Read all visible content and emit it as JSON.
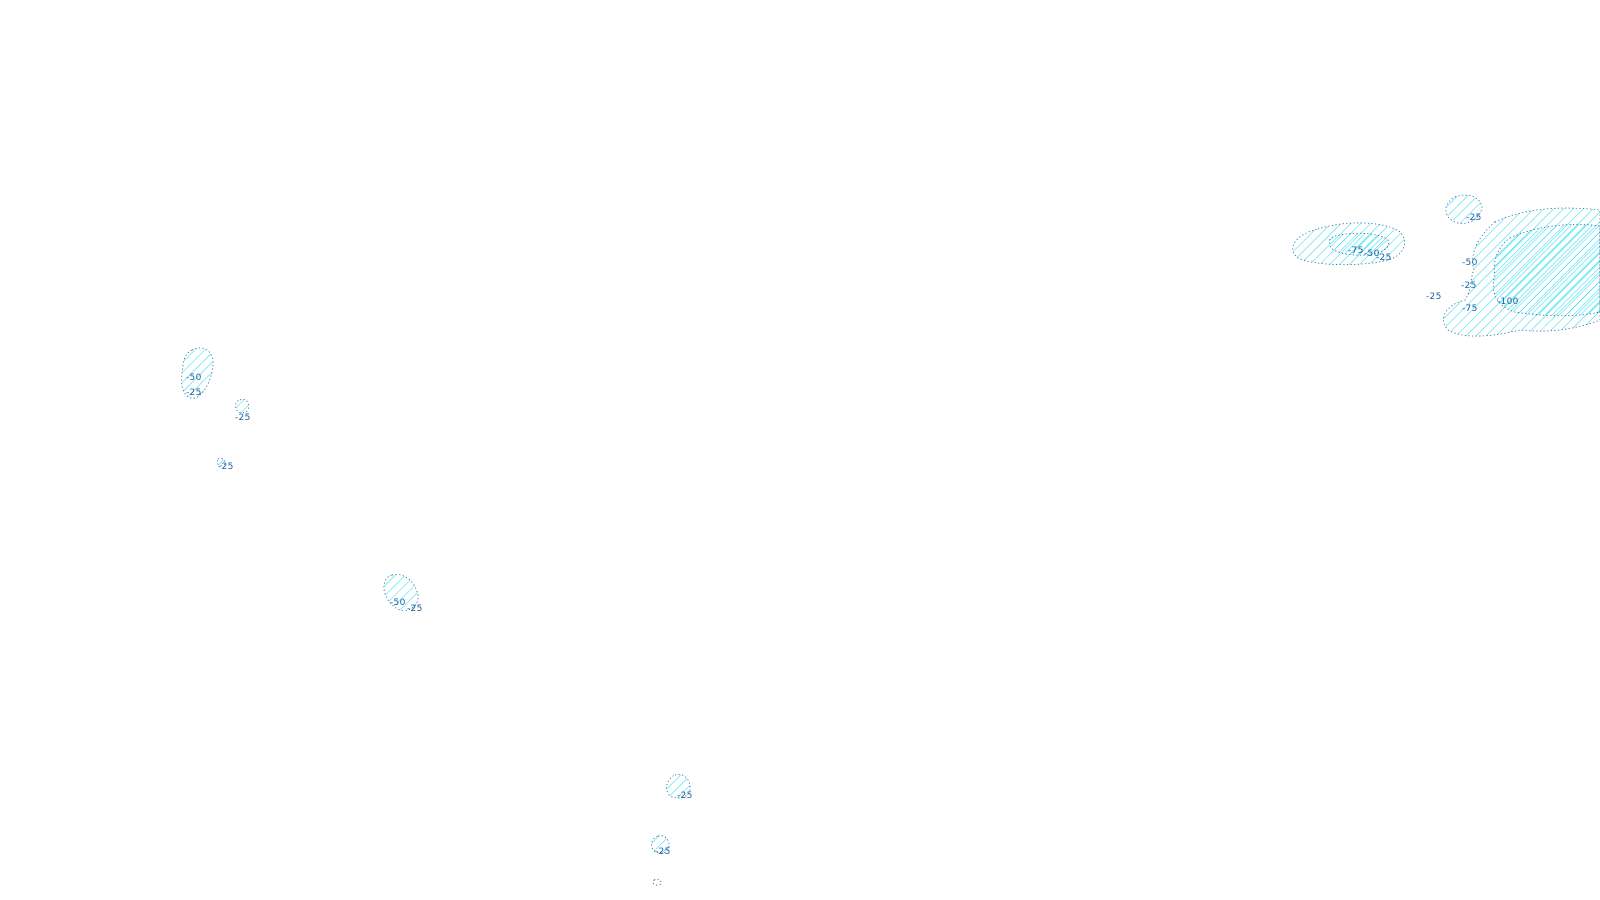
{
  "map": {
    "background": "#ffffff",
    "hatch_color": "#00d8f0",
    "outline_color": "#1a5f9e",
    "label_color": "#1a5f9e",
    "contour_levels": [
      "-25",
      "-50",
      "-75",
      "-100"
    ]
  },
  "labels": [
    "-25",
    "-75",
    "-50",
    "-25",
    "-50",
    "-25",
    "-75",
    "-100",
    "-25",
    "-50",
    "-25",
    "-25",
    "-25",
    "-50",
    "-25",
    "-25",
    "-25"
  ]
}
